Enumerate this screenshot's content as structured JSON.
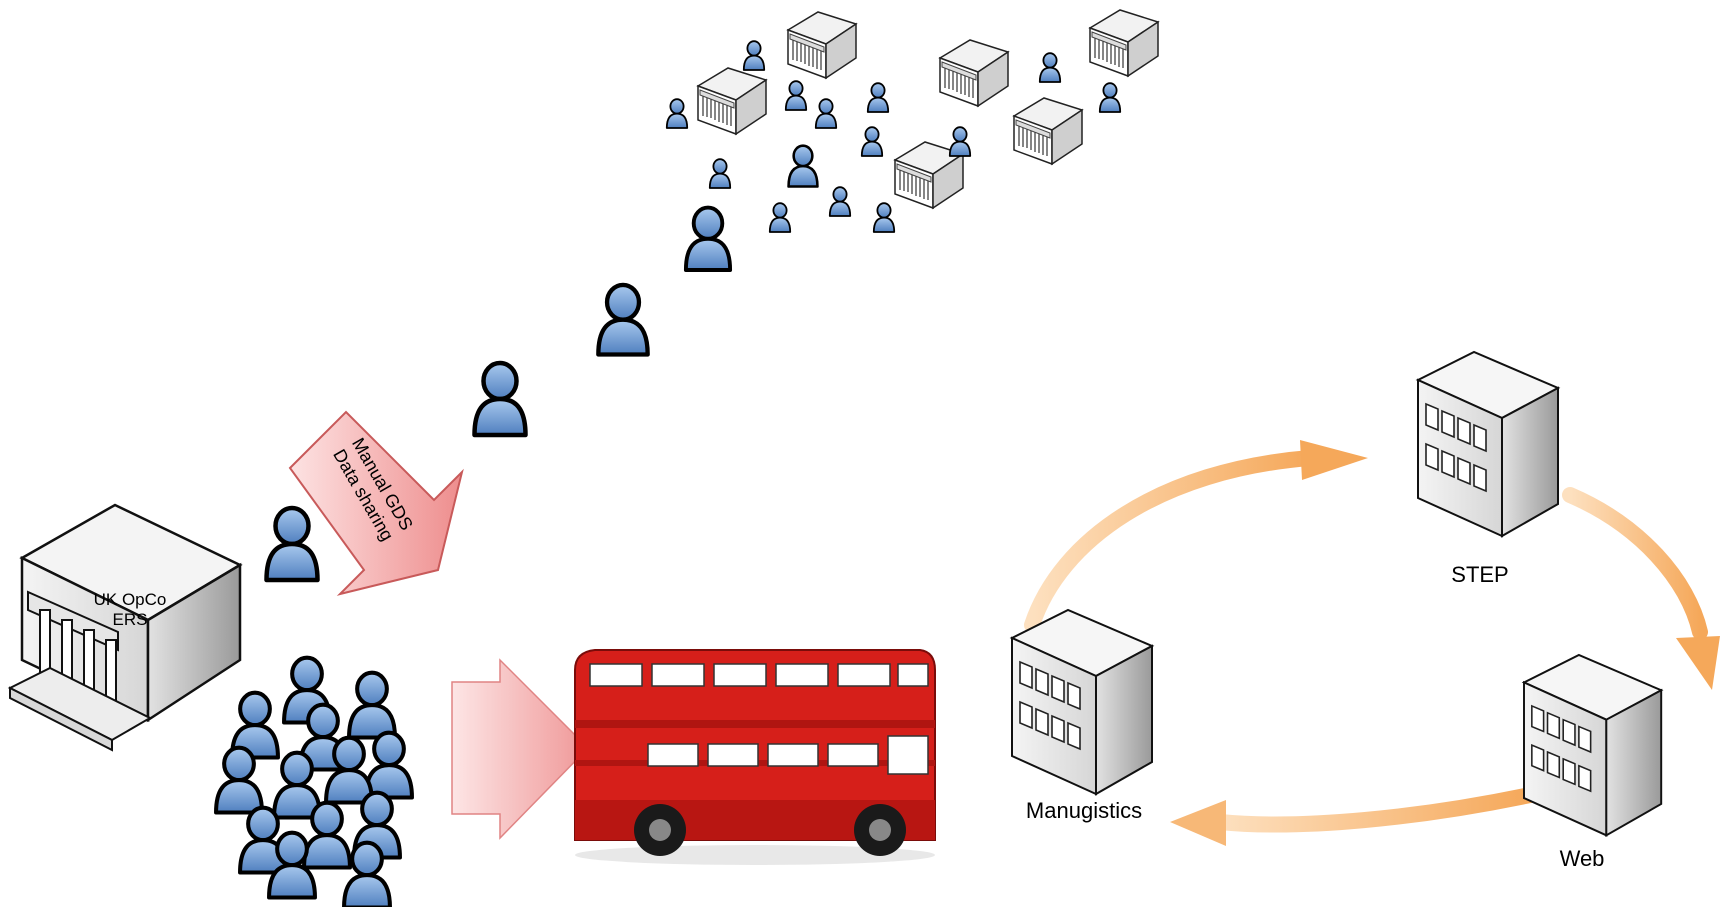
{
  "labels": {
    "hq_line1": "UK OpCo",
    "hq_line2": "ERS",
    "gds_line1": "Manual GDS",
    "gds_line2": "Data sharing",
    "step": "STEP",
    "web": "Web",
    "manugistics": "Manugistics"
  },
  "colors": {
    "person_fill": "#6f9fd6",
    "person_outline": "#000000",
    "pink_arrow_fill": "#f6b3b3",
    "pink_arrow_stroke": "#c85a5a",
    "orange_arrow": "#f7b877",
    "bus_red": "#d61f1a",
    "building_face": "#e8e8e8",
    "building_side": "#cfcfcf"
  }
}
